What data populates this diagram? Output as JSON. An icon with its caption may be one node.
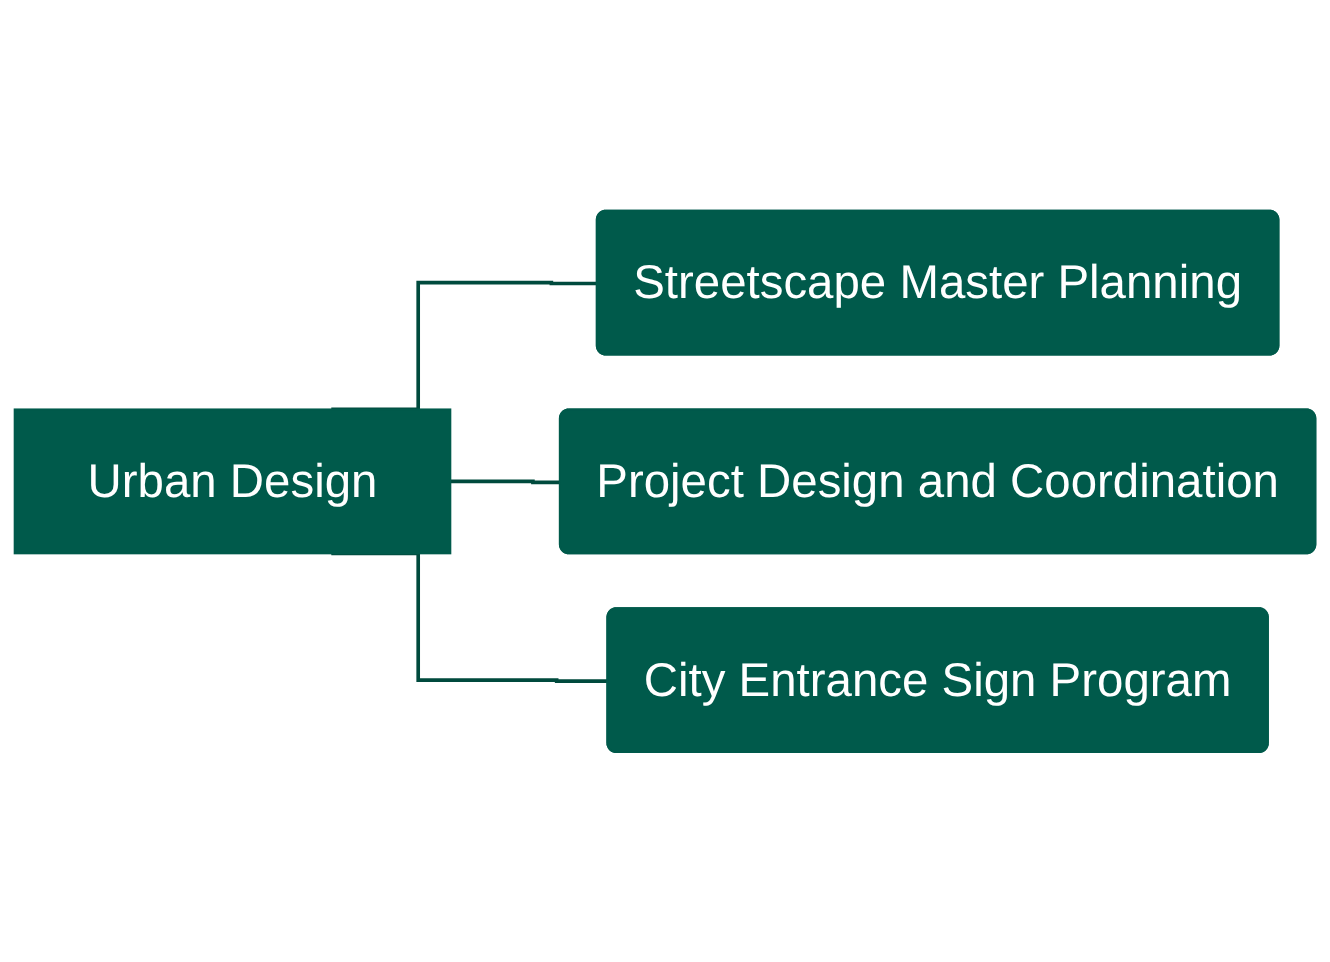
{
  "diagram": {
    "nodes": [
      {
        "text": [
          "Urban Design"
        ]
      },
      {
        "text": [
          "Streetscape Master Planning"
        ]
      },
      {
        "text": [
          "Project Design and Coordination"
        ]
      },
      {
        "text": [
          "City Entrance Sign Program"
        ]
      }
    ],
    "edges": [
      {
        "from": 0,
        "to": 1,
        "arrow": "none"
      },
      {
        "from": 0,
        "to": 2,
        "arrow": "none"
      },
      {
        "from": 0,
        "to": 3,
        "arrow": "none"
      }
    ]
  }
}
